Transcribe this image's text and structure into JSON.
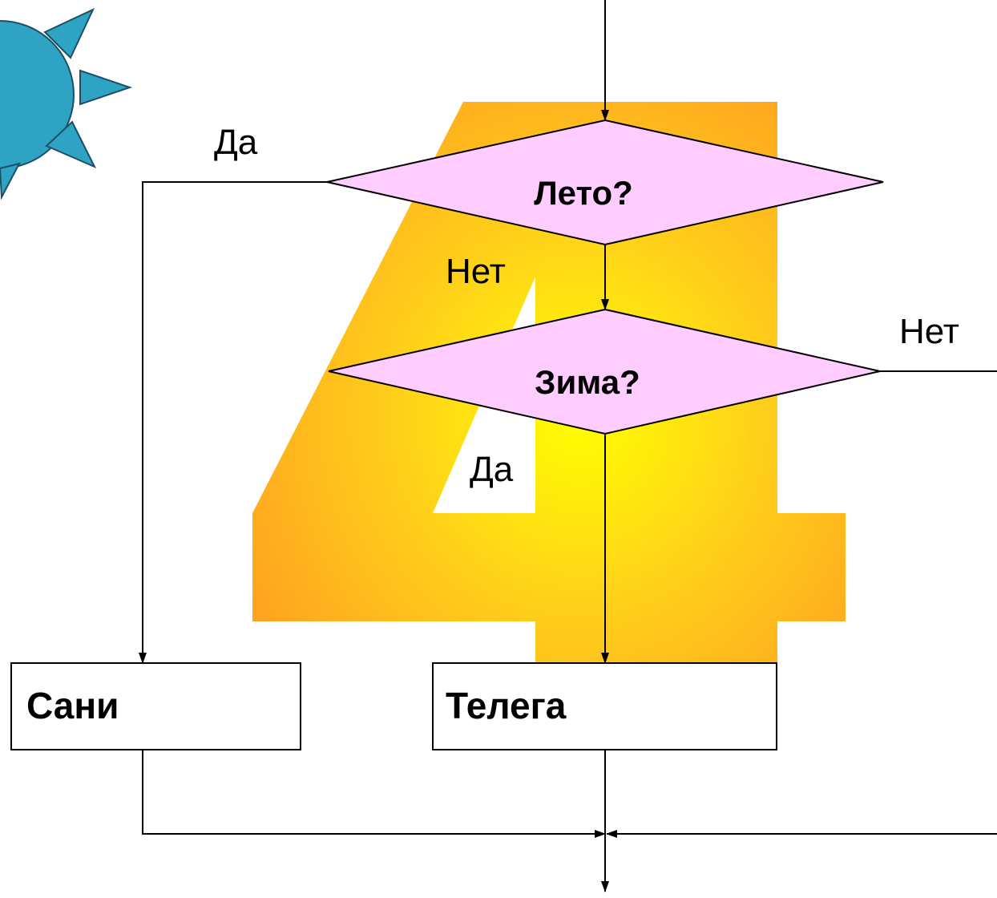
{
  "decisions": {
    "summer": "Лето?",
    "winter": "Зима?"
  },
  "processes": {
    "sledge": "Сани",
    "cart": "Телега"
  },
  "edge_labels": {
    "summer_yes": "Да",
    "summer_no": "Нет",
    "winter_no": "Нет",
    "winter_yes": "Да"
  },
  "colors": {
    "decision_fill": "#ffccff",
    "sun_fill": "#2ea3c4",
    "four_glyph_inner": "#ffff00",
    "four_glyph_outer": "#ffa824"
  }
}
